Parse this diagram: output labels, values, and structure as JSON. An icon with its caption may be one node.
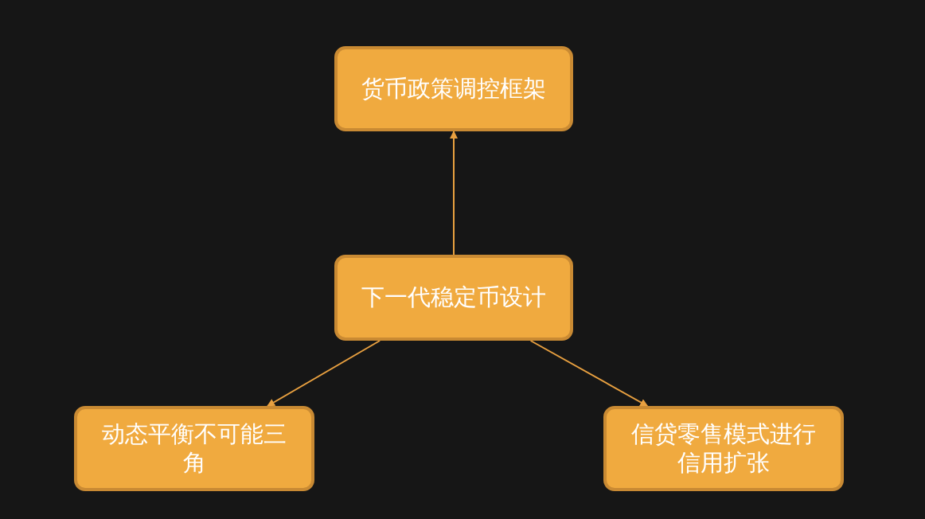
{
  "diagram": {
    "nodes": [
      {
        "text": [
          "货币政策调控框架"
        ]
      },
      {
        "text": [
          "下一代稳定币设计"
        ]
      },
      {
        "text": [
          "动态平衡不可能三角"
        ]
      },
      {
        "text": [
          "信贷零售模式进行信用扩张"
        ]
      }
    ],
    "edges": [
      {
        "from": 1,
        "to": 0,
        "arrow": "to"
      },
      {
        "from": 1,
        "to": 2,
        "arrow": "to"
      },
      {
        "from": 1,
        "to": 3,
        "arrow": "to"
      }
    ]
  }
}
